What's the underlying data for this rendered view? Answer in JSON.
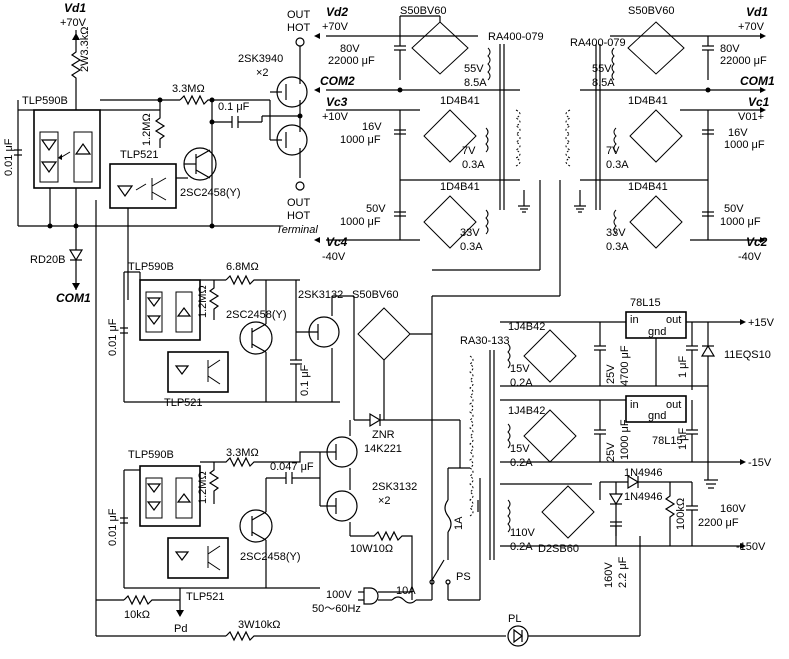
{
  "rails": {
    "vd1": "Vd1",
    "vd1_v": "+70V",
    "vd2": "Vd2",
    "vd2_v": "+70V",
    "com1": "COM1",
    "com2": "COM2",
    "vc3": "Vc3",
    "vc3_v": "+10V",
    "vc1": "Vc1",
    "vc1_v": "V01+",
    "vc4": "Vc4",
    "vc4_v": "-40V",
    "vc2": "Vc2",
    "vc2_v": "-40V",
    "vd1_r": "Vd1",
    "vd1_r_v": "+70V",
    "com1_r": "COM1",
    "com1_bottom": "COM1"
  },
  "hot_side": {
    "out_top": "OUT",
    "hot_top": "HOT",
    "out_bottom": "OUT",
    "hot_bottom": "HOT",
    "terminal": "Terminal",
    "mosfet": "2SK3940",
    "mosfet_qty": "×2",
    "r_top": "2W3.3kΩ",
    "opto": "TLP590B",
    "cap_left": "0.01 μF",
    "r_33m": "3.3MΩ",
    "cap_01": "0.1 μF",
    "r_12m": "1.2MΩ",
    "opto2": "TLP521",
    "transistor": "2SC2458(Y)",
    "zener": "RD20B"
  },
  "top_left_psu": {
    "bridge": "S50BV60",
    "cap1": "80V",
    "cap1_v": "22000 μF",
    "winding1": "55V",
    "winding1_a": "8.5A",
    "transformer": "RA400-079",
    "bridge2": "1D4B41",
    "cap2": "16V",
    "cap2_v": "1000 μF",
    "winding2": "7V",
    "winding2_a": "0.3A",
    "bridge3": "1D4B41",
    "cap3": "50V",
    "cap3_v": "1000 μF",
    "winding3": "33V",
    "winding3_a": "0.3A"
  },
  "top_right_psu": {
    "bridge": "S50BV60",
    "transformer": "RA400-079",
    "cap1": "80V",
    "cap1_v": "22000 μF",
    "winding1": "55V",
    "winding1_a": "8.5A",
    "bridge2": "1D4B41",
    "cap2": "16V",
    "cap2_v": "1000 μF",
    "winding2": "7V",
    "winding2_a": "0.3A",
    "bridge3": "1D4B41",
    "cap3": "50V",
    "cap3_v": "1000 μF",
    "winding3": "33V",
    "winding3_a": "0.3A"
  },
  "mid_left": {
    "opto": "TLP590B",
    "r_68m": "6.8MΩ",
    "cap_left": "0.01 μF",
    "r_12m": "1.2MΩ",
    "transistor": "2SC2458(Y)",
    "mosfet": "2SK3132",
    "cap_01": "0.1 μF",
    "opto2": "TLP521",
    "bridge": "S50BV60"
  },
  "bottom_left": {
    "opto": "TLP590B",
    "r_33m": "3.3MΩ",
    "cap_0047": "0.047 μF",
    "cap_left": "0.01 μF",
    "r_12m": "1.2MΩ",
    "transistor": "2SC2458(Y)",
    "mosfet": "2SK3132",
    "mosfet_qty": "×2",
    "opto2": "TLP521",
    "r_10k": "10kΩ",
    "pd": "Pd",
    "r_10w": "10W10Ω",
    "zener": "ZNR",
    "zener_part": "14K221",
    "r_3w10k": "3W10kΩ"
  },
  "mains": {
    "voltage": "100V",
    "freq": "50〜60Hz",
    "fuse_main": "10A",
    "fuse_1a": "1A",
    "switch": "PS",
    "lamp": "PL"
  },
  "aux_psu": {
    "transformer": "RA30-133",
    "bridge1": "1J4B42",
    "winding1": "15V",
    "winding1_a": "0.2A",
    "cap1": "25V",
    "cap1_v": "4700 μF",
    "reg1": "78L15",
    "reg_in": "in",
    "reg_out": "out",
    "reg_gnd": "gnd",
    "cap_1u": "1 μF",
    "diode": "11EQS10",
    "out1": "+15V",
    "bridge2": "1J4B42",
    "winding2": "15V",
    "winding2_a": "0.2A",
    "cap2": "25V",
    "cap2_v": "1000 μF",
    "reg2": "78L15",
    "cap_1u_2": "1 μF",
    "out2": "-15V",
    "diode_a": "1N4946",
    "diode_b": "1N4946",
    "winding3": "110V",
    "winding3_a": "0.2A",
    "bridge3": "D2SB60",
    "r_100k": "100kΩ",
    "cap3": "160V",
    "cap3_v": "2200 μF",
    "cap4": "160V",
    "cap4_v": "2.2 μF",
    "out3": "-150V"
  }
}
